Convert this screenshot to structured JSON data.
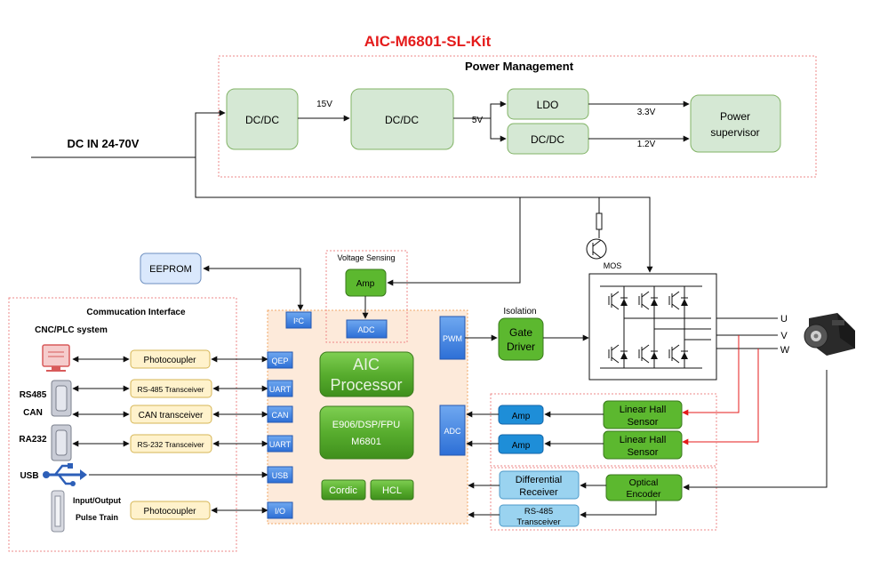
{
  "title": "AIC-M6801-SL-Kit",
  "power": {
    "heading": "Power Management",
    "dcin": "DC IN  24-70V",
    "dcdc1": "DC/DC",
    "dcdc2": "DC/DC",
    "ldo": "LDO",
    "dcdc3": "DC/DC",
    "v15": "15V",
    "v5": "5V",
    "v33": "3.3V",
    "v12": "1.2V",
    "supervisor_l1": "Power",
    "supervisor_l2": "supervisor"
  },
  "comm": {
    "heading": "Commucation Interface",
    "cnc": "CNC/PLC system",
    "rs485": "RS485",
    "can": "CAN",
    "ra232": "RA232",
    "usb": "USB",
    "io_l1": "Input/Output",
    "io_l2": "Pulse Train",
    "photocoupler1": "Photocoupler",
    "rs485_transceiver": "RS-485 Transceiver",
    "can_transceiver": "CAN transceiver",
    "rs232_transceiver": "RS-232 Transceiver",
    "photocoupler2": "Photocoupler"
  },
  "eeprom": "EEPROM",
  "mcu": {
    "i2c": "I²C",
    "qep": "QEP",
    "uart1": "UART",
    "can": "CAN",
    "uart2": "UART",
    "usb": "USB",
    "io": "I/O",
    "pwm": "PWM",
    "adc_right": "ADC",
    "proc_l1": "AIC",
    "proc_l2": "Processor",
    "core_l1": "E906/DSP/FPU",
    "core_l2": "M6801",
    "cordic": "Cordic",
    "hcl": "HCL"
  },
  "voltage": {
    "heading": "Voltage Sensing",
    "amp": "Amp",
    "adc": "ADC"
  },
  "gate": {
    "isolation": "Isolation",
    "l1": "Gate",
    "l2": "Driver"
  },
  "mos": "MOS",
  "phases": [
    "U",
    "V",
    "W"
  ],
  "sensing": {
    "amp1": "Amp",
    "amp2": "Amp",
    "hall1_l1": "Linear Hall",
    "hall1_l2": "Sensor",
    "hall2_l1": "Linear Hall",
    "hall2_l2": "Sensor",
    "diff_l1": "Differential",
    "diff_l2": "Receiver",
    "rs485_l1": "RS-485",
    "rs485_l2": "Transceiver",
    "opt_l1": "Optical",
    "opt_l2": "Encoder"
  },
  "colors": {
    "title": "#e41b1b",
    "green_fill": "#d5e8d4",
    "green_stroke": "#82b366",
    "yellow_fill": "#fff2cc",
    "yellow_stroke": "#d6b656",
    "blue_fill": "#dae8fc",
    "blue_stroke": "#6c8ebf",
    "pin_blue": "#3a7de0",
    "mcu_fill": "#fdeada",
    "bright_green": "#5cb82f",
    "red_line": "#e41b1b",
    "cyan_fill": "#9ad3f0"
  }
}
